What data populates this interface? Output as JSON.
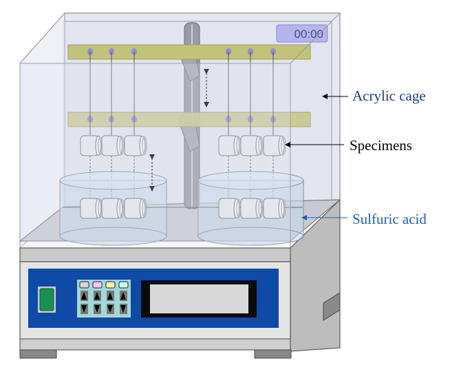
{
  "labels": {
    "acrylic_cage": "Acrylic cage",
    "specimens": "Specimens",
    "sulfuric_acid": "Sulfuric acid"
  },
  "timer": {
    "display": "00:00"
  },
  "colors": {
    "acrylic_label": "#1f3a7a",
    "acid_label": "#1f5fb0",
    "control_panel": "#0f4aa6",
    "holder_bar": "#c2c27a",
    "timer_bg": "#b4b4f0",
    "power_switch": "#1a9050",
    "keypad": "#a2d8d8"
  },
  "keypad": {
    "indicator_colors": [
      "#d8d8d8",
      "#f8c8f8",
      "#f8f8b0",
      "#c8f8f8"
    ]
  },
  "icons": {
    "movement_arrow": "double-headed-vertical-arrow",
    "key_up": "triangle-up",
    "key_down": "triangle-down"
  }
}
